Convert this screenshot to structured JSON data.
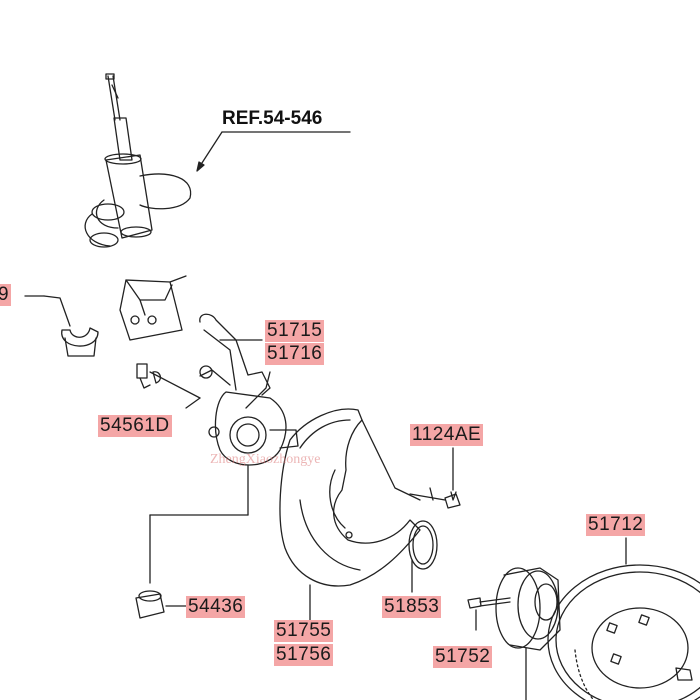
{
  "diagram": {
    "ref_label": "REF.54-546",
    "watermark": "ZhengXiaozhongye",
    "label_bg_color": "#f4a6a6",
    "line_color": "#222222",
    "part_labels": {
      "p9": "9",
      "p51715": "51715",
      "p51716": "51716",
      "p54561D": "54561D",
      "p1124AE": "1124AE",
      "p51712": "51712",
      "p54436": "54436",
      "p51853": "51853",
      "p51755": "51755",
      "p51756": "51756",
      "p51752": "51752"
    }
  }
}
